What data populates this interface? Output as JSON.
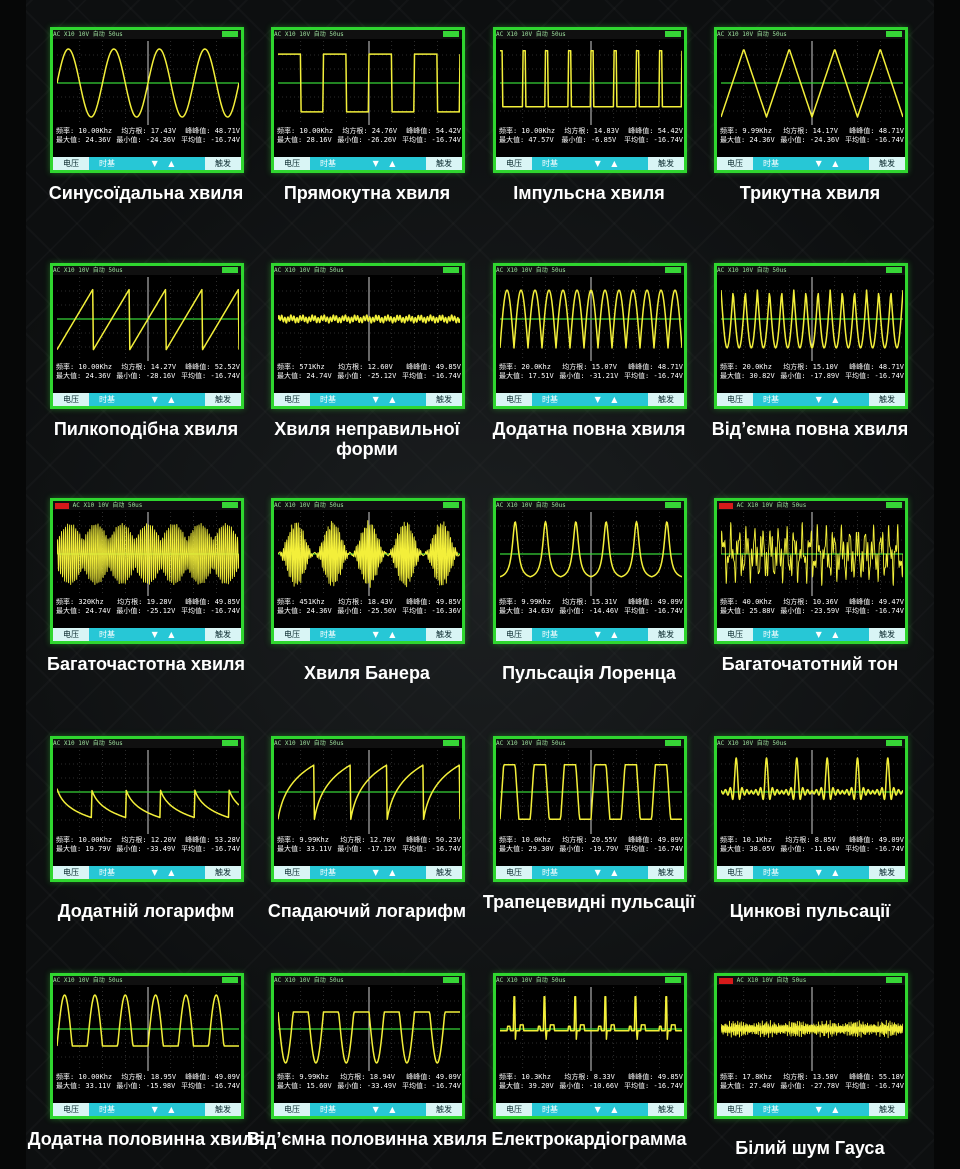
{
  "buttons": {
    "voltage": "电压",
    "timebase": "时基",
    "arrows": "▼ ▲",
    "trigger": "触发"
  },
  "header_text": "AC X10   10V   自动   50us",
  "colors": {
    "frame": "#2fd62f",
    "trace": "#f3ef3a",
    "baseline": "#36d236",
    "grid": "#5a5a5a"
  },
  "waves": [
    {
      "label": "Синусоїдальна хвиля",
      "shape": "sine",
      "red": false,
      "m1": [
        "频率: 10.00Khz",
        "均方根: 17.43V",
        "峰峰值: 48.71V"
      ],
      "m2": [
        "最大值: 24.36V",
        "最小值: -24.36V",
        "平均值: -16.74V"
      ]
    },
    {
      "label": "Прямокутна хвиля",
      "shape": "square",
      "red": false,
      "m1": [
        "频率: 10.00Khz",
        "均方根: 24.76V",
        "峰峰值: 54.42V"
      ],
      "m2": [
        "最大值: 28.16V",
        "最小值: -26.26V",
        "平均值: -16.74V"
      ]
    },
    {
      "label": "Імпульсна хвиля",
      "shape": "pulse",
      "red": false,
      "m1": [
        "频率: 10.00Khz",
        "均方根: 14.83V",
        "峰峰值: 54.42V"
      ],
      "m2": [
        "最大值: 47.57V",
        "最小值: -6.85V",
        "平均值: -16.74V"
      ]
    },
    {
      "label": "Трикутна хвиля",
      "shape": "triangle",
      "red": false,
      "m1": [
        "频率: 9.99Khz",
        "均方根: 14.17V",
        "峰峰值: 48.71V"
      ],
      "m2": [
        "最大值: 24.36V",
        "最小值: -24.36V",
        "平均值: -16.74V"
      ]
    },
    {
      "label": "Пилкоподібна хвиля",
      "shape": "saw",
      "red": false,
      "m1": [
        "频率: 10.00Khz",
        "均方根: 14.27V",
        "峰峰值: 52.52V"
      ],
      "m2": [
        "最大值: 24.36V",
        "最小值: -28.16V",
        "平均值: -16.74V"
      ]
    },
    {
      "label": "Хвиля неправильної форми",
      "shape": "irregular",
      "red": false,
      "m1": [
        "频率: 571Khz",
        "均方根: 12.60V",
        "峰峰值: 49.85V"
      ],
      "m2": [
        "最大值: 24.74V",
        "最小值: -25.12V",
        "平均值: -16.74V"
      ]
    },
    {
      "label": "Додатна повна хвиля",
      "shape": "posfull",
      "red": false,
      "m1": [
        "频率: 20.0Khz",
        "均方根: 15.07V",
        "峰峰值: 48.71V"
      ],
      "m2": [
        "最大值: 17.51V",
        "最小值: -31.21V",
        "平均值: -16.74V"
      ]
    },
    {
      "label": "Від’ємна повна хвиля",
      "shape": "negfull",
      "red": false,
      "m1": [
        "频率: 20.0Khz",
        "均方根: 15.10V",
        "峰峰值: 48.71V"
      ],
      "m2": [
        "最大值: 30.82V",
        "最小值: -17.89V",
        "平均值: -16.74V"
      ]
    },
    {
      "label": "Багаточастотна хвиля",
      "shape": "multifreq",
      "red": true,
      "m1": [
        "频率: 320Khz",
        "均方根: 19.28V",
        "峰峰值: 49.85V"
      ],
      "m2": [
        "最大值: 24.74V",
        "最小值: -25.12V",
        "平均值: -16.74V"
      ]
    },
    {
      "label": "Хвиля Банера",
      "shape": "banner",
      "red": false,
      "m1": [
        "频率: 451Khz",
        "均方根: 18.43V",
        "峰峰值: 49.85V"
      ],
      "m2": [
        "最大值: 24.36V",
        "最小值: -25.50V",
        "平均值: -16.36V"
      ]
    },
    {
      "label": "Пульсація Лоренца",
      "shape": "lorentz",
      "red": false,
      "m1": [
        "频率: 9.99Khz",
        "均方根: 15.31V",
        "峰峰值: 49.09V"
      ],
      "m2": [
        "最大值: 34.63V",
        "最小值: -14.46V",
        "平均值: -16.74V"
      ]
    },
    {
      "label": "Багаточатотний тон",
      "shape": "multitone",
      "red": true,
      "m1": [
        "频率: 40.0Khz",
        "均方根: 10.36V",
        "峰峰值: 49.47V"
      ],
      "m2": [
        "最大值: 25.88V",
        "最小值: -23.59V",
        "平均值: -16.74V"
      ]
    },
    {
      "label": "Додатній логарифм",
      "shape": "poslog",
      "red": false,
      "m1": [
        "频率: 10.00Khz",
        "均方根: 12.20V",
        "峰峰值: 53.28V"
      ],
      "m2": [
        "最大值: 19.79V",
        "最小值: -33.49V",
        "平均值: -16.74V"
      ]
    },
    {
      "label": "Спадаючий логарифм",
      "shape": "declog",
      "red": false,
      "m1": [
        "频率: 9.99Khz",
        "均方根: 12.70V",
        "峰峰值: 50.23V"
      ],
      "m2": [
        "最大值: 33.11V",
        "最小值: -17.12V",
        "平均值: -16.74V"
      ]
    },
    {
      "label": "Трапецевидні пульсації",
      "shape": "trapezoid",
      "red": false,
      "m1": [
        "频率: 10.0Khz",
        "均方根: 20.55V",
        "峰峰值: 49.09V"
      ],
      "m2": [
        "最大值: 29.30V",
        "最小值: -19.79V",
        "平均值: -16.74V"
      ]
    },
    {
      "label": "Цинкові пульсації",
      "shape": "sinc",
      "red": false,
      "m1": [
        "频率: 10.1Khz",
        "均方根: 8.85V",
        "峰峰值: 49.09V"
      ],
      "m2": [
        "最大值: 38.05V",
        "最小值: -11.04V",
        "平均值: -16.74V"
      ]
    },
    {
      "label": "Додатна половинна хвиля",
      "shape": "poshalf",
      "red": false,
      "m1": [
        "频率: 10.00Khz",
        "均方根: 18.95V",
        "峰峰值: 49.09V"
      ],
      "m2": [
        "最大值: 33.11V",
        "最小值: -15.98V",
        "平均值: -16.74V"
      ]
    },
    {
      "label": "Від’ємна половинна хвиля",
      "shape": "neghalf",
      "red": false,
      "m1": [
        "频率: 9.99Khz",
        "均方根: 18.94V",
        "峰峰值: 49.09V"
      ],
      "m2": [
        "最大值: 15.60V",
        "最小值: -33.49V",
        "平均值: -16.74V"
      ]
    },
    {
      "label": "Електрокардіограмма",
      "shape": "ecg",
      "red": false,
      "m1": [
        "频率: 10.3Khz",
        "均方根: 8.33V",
        "峰峰值: 49.85V"
      ],
      "m2": [
        "最大值: 39.20V",
        "最小值: -10.66V",
        "平均值: -16.74V"
      ]
    },
    {
      "label": "Білий шум Гауса",
      "shape": "noise",
      "red": true,
      "m1": [
        "频率: 17.8Khz",
        "均方根: 13.58V",
        "峰峰值: 55.18V"
      ],
      "m2": [
        "最大值: 27.40V",
        "最小值: -27.78V",
        "平均值: -16.74V"
      ]
    }
  ]
}
